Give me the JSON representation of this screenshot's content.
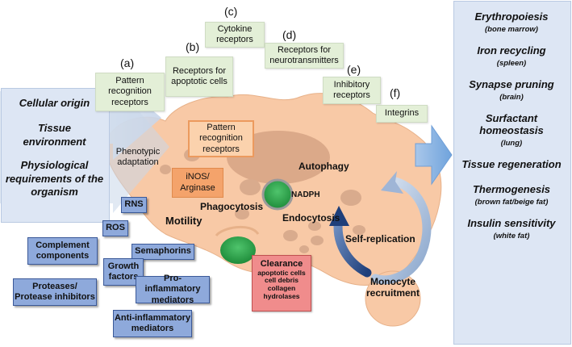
{
  "left_panel": {
    "items": [
      "Cellular origin",
      "Tissue environment",
      "Physiological requirements of the organism"
    ]
  },
  "phenotypic_adaptation": "Phenotypic adaptation",
  "receptors": [
    {
      "letter": "(a)",
      "label": "Pattern recognition receptors"
    },
    {
      "letter": "(b)",
      "label": "Receptors for apoptotic cells"
    },
    {
      "letter": "(c)",
      "label": "Cytokine receptors"
    },
    {
      "letter": "(d)",
      "label": "Receptors for neurotransmitters"
    },
    {
      "letter": "(e)",
      "label": "Inhibitory receptors"
    },
    {
      "letter": "(f)",
      "label": "Integrins"
    }
  ],
  "cell": {
    "intracellular_prr": "Pattern recognition receptors",
    "inos": "iNOS/ Arginase",
    "autophagy": "Autophagy",
    "nadph": "NADPH",
    "phagocytosis": "Phagocytosis",
    "endocytosis": "Endocytosis",
    "motility": "Motility"
  },
  "self_replication": "Self-replication",
  "monocyte_recruitment": "Monocyte recruitment",
  "secreted": [
    "RNS",
    "ROS",
    "Complement components",
    "Semaphorins",
    "Growth factors",
    "Proteases/ Protease inhibitors",
    "Pro-inflammatory mediators",
    "Anti-inflammatory mediators"
  ],
  "clearance": {
    "title": "Clearance",
    "items": [
      "apoptotic cells",
      "cell debris",
      "collagen",
      "hydrolases"
    ]
  },
  "right_panel": {
    "items": [
      {
        "main": "Erythropoiesis",
        "sub": "(bone marrow)"
      },
      {
        "main": "Iron recycling",
        "sub": "(spleen)"
      },
      {
        "main": "Synapse pruning",
        "sub": "(brain)"
      },
      {
        "main": "Surfactant homeostasis",
        "sub": "(lung)"
      },
      {
        "main": "Tissue regeneration",
        "sub": ""
      },
      {
        "main": "Thermogenesis",
        "sub": "(brown fat/beige fat)"
      },
      {
        "main": "Insulin sensitivity",
        "sub": "(white fat)"
      }
    ]
  },
  "colors": {
    "panel_blue": "#dde6f4",
    "cell": "#f8c9a6",
    "receptor_green": "#e3efd7",
    "mediator_blue": "#8ea9db",
    "enzyme_orange": "#f4a36b",
    "clearance_red": "#f08c8c"
  }
}
